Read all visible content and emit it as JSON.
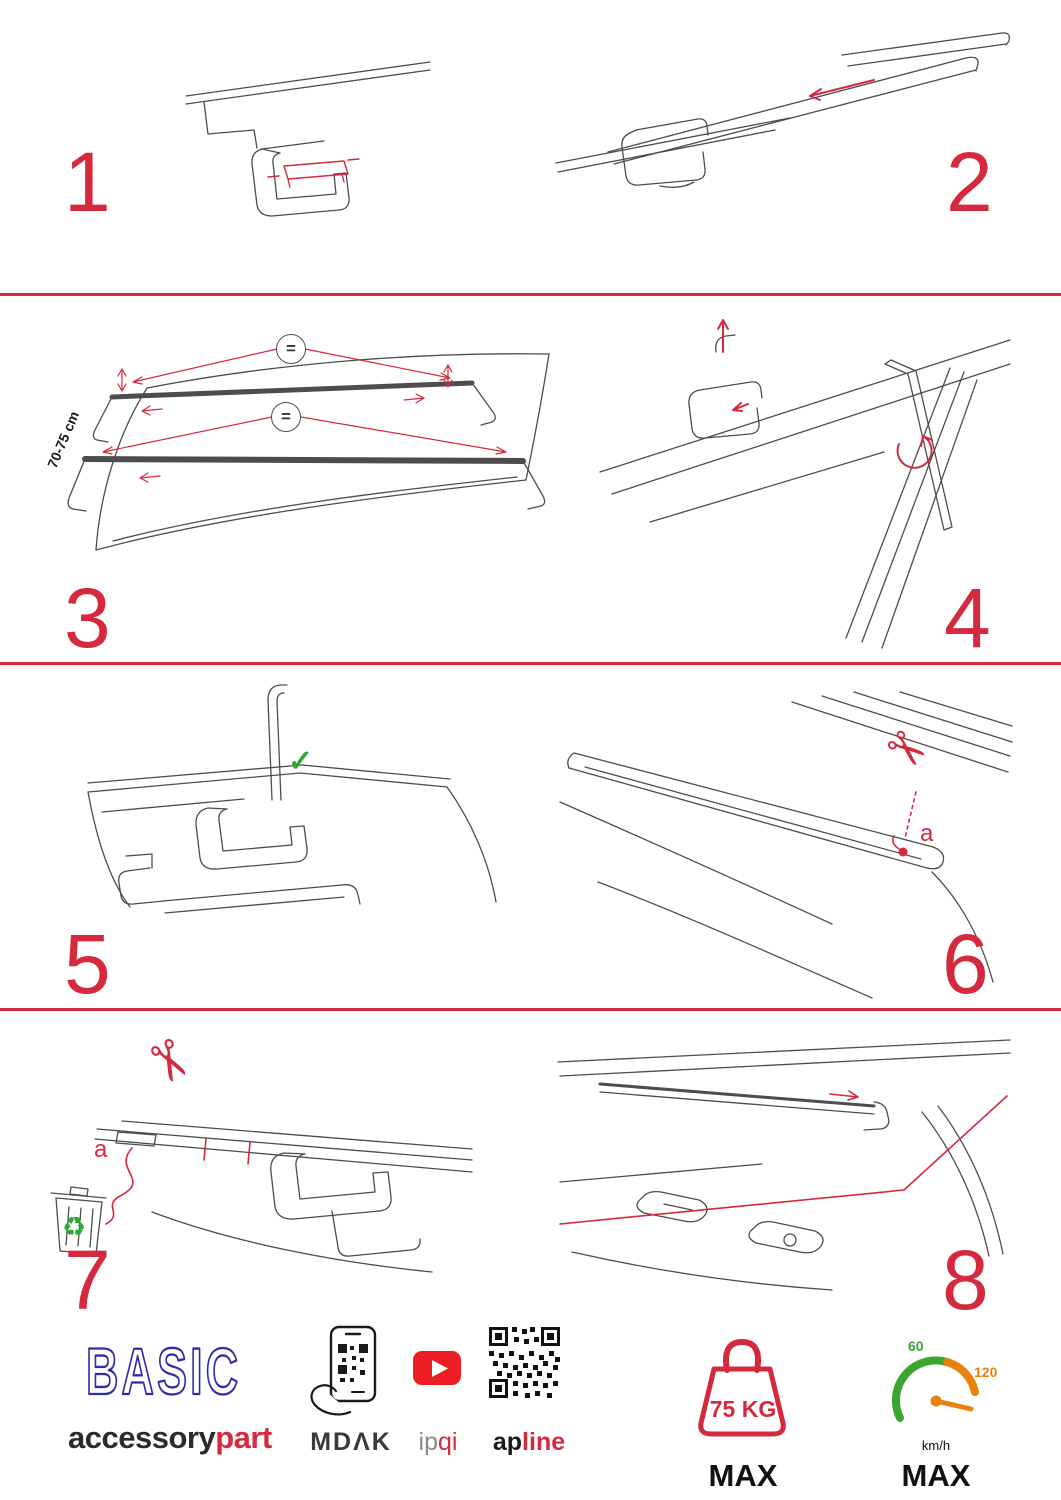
{
  "page": {
    "bg": "#ffffff",
    "accent": "#d5293d",
    "line_color": "#4d4d4d",
    "green": "#2ea836",
    "orange": "#e8820c",
    "brand_blue": "#2d2da8"
  },
  "steps": [
    {
      "num": "1"
    },
    {
      "num": "2"
    },
    {
      "num": "3"
    },
    {
      "num": "4"
    },
    {
      "num": "5"
    },
    {
      "num": "6"
    },
    {
      "num": "7"
    },
    {
      "num": "8"
    }
  ],
  "annotations": {
    "dimension_label": "70-75 cm",
    "equal_top": "=",
    "equal_bottom": "=",
    "cut_label_step6": "a",
    "cut_label_step7": "a"
  },
  "icons": {
    "check": "✓",
    "scissors": "✂",
    "recycle": "♻"
  },
  "footer": {
    "brand": "BASIC",
    "wordmark_black": "accessory",
    "wordmark_red": "part",
    "partner_mdak": "MDΛK",
    "partner_ipqi_gray": "ip",
    "partner_ipqi_red": "qi",
    "partner_apline_black": "ap",
    "partner_apline_red": "line",
    "weight_value": "75 KG",
    "weight_max": "MAX",
    "speed_low": "60",
    "speed_high": "120",
    "speed_unit": "km/h",
    "speed_max": "MAX"
  }
}
